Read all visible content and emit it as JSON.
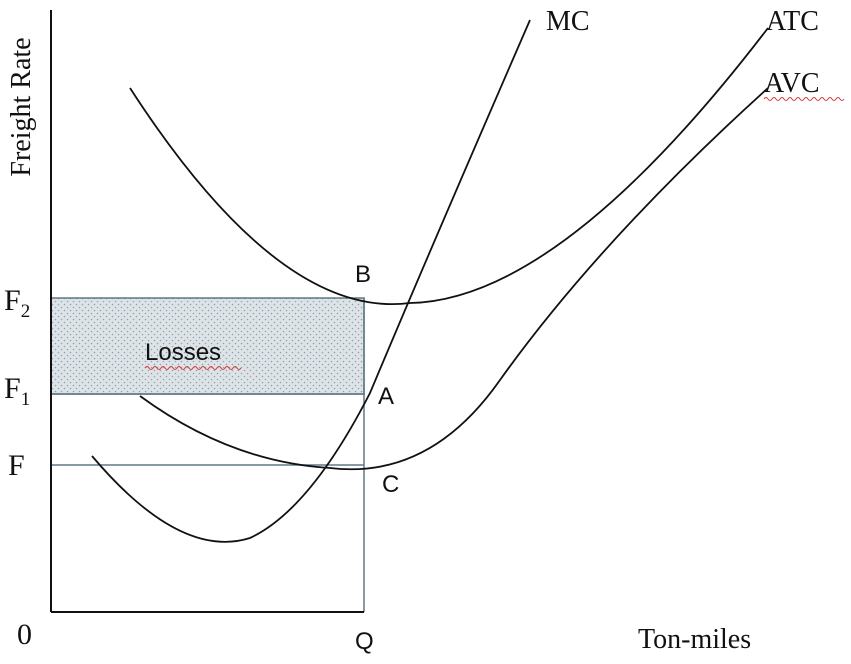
{
  "axes": {
    "y_label": "Freight Rate",
    "x_label": "Ton-miles",
    "origin_label": "0"
  },
  "levels": {
    "f2": {
      "base": "F",
      "sub": "2"
    },
    "f1": {
      "base": "F",
      "sub": "1"
    },
    "f": {
      "base": "F"
    }
  },
  "quantity_label": "Q",
  "curves": {
    "mc": "MC",
    "atc": "ATC",
    "avc": "AVC"
  },
  "points": {
    "b": "B",
    "a": "A",
    "c": "C"
  },
  "losses_label": "Losses",
  "colors": {
    "curve": "#111111",
    "guide": "#5e7a86",
    "loss_fill": "#dde3e6",
    "loss_dot": "#8fa4ad",
    "spell_underline": "#d23a3a"
  }
}
